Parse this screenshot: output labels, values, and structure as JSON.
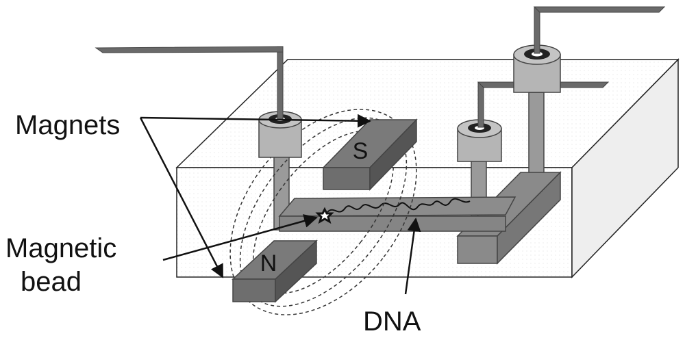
{
  "labels": {
    "magnets": "Magnets",
    "magnetic": "Magnetic",
    "bead": "bead",
    "dna": "DNA",
    "south_pole": "S",
    "north_pole": "N"
  },
  "colors": {
    "magnet_fill": "#6e6e6e",
    "magnet_edge": "#555555",
    "channel": "#8c8c8c",
    "tube": "#a9a9a9",
    "wire": "#6a6a6a",
    "box_side": "#eeeeee",
    "field_line": "#333333"
  },
  "icons": [
    "magnetic-bead-icon",
    "dna-strand"
  ]
}
